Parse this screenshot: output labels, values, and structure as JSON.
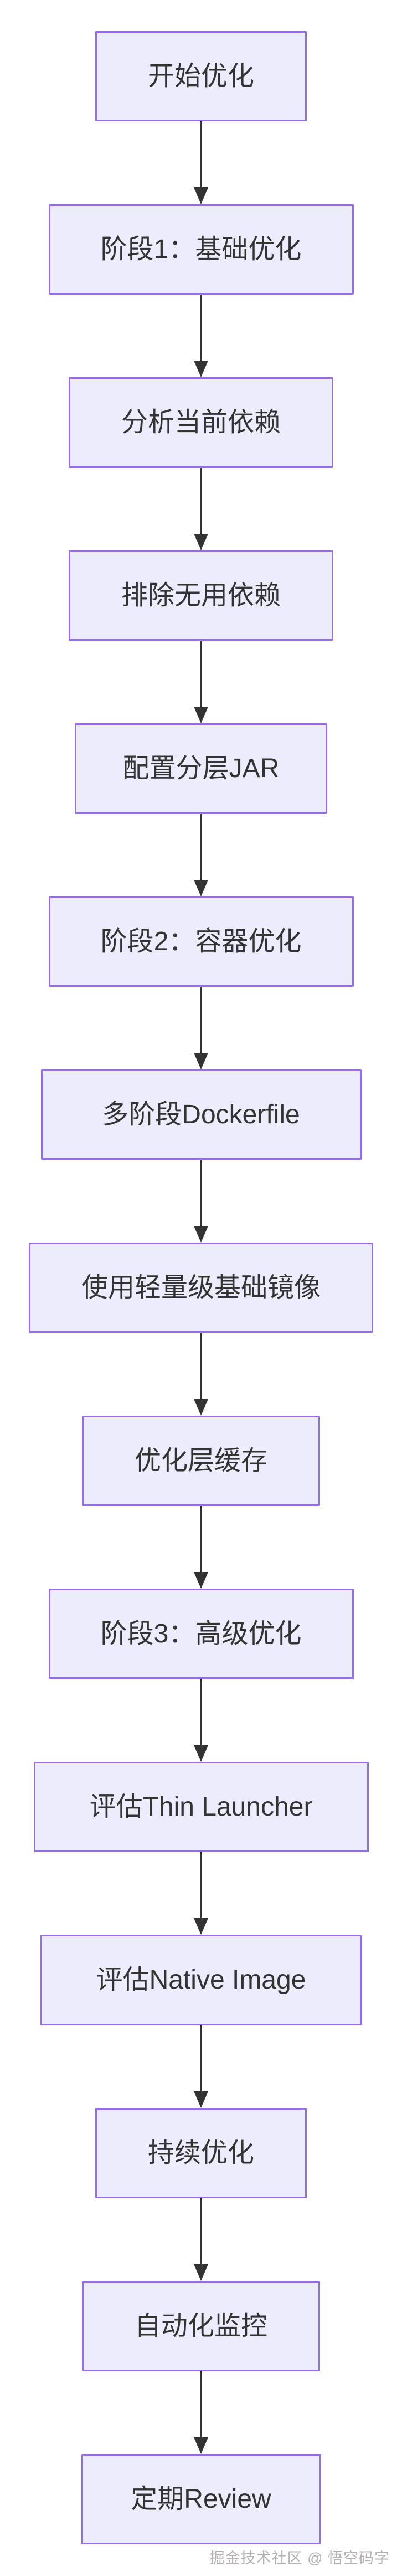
{
  "diagram": {
    "type": "flowchart",
    "direction": "top-down",
    "nodes": [
      {
        "label": "开始优化"
      },
      {
        "label": "阶段1：基础优化"
      },
      {
        "label": "分析当前依赖"
      },
      {
        "label": "排除无用依赖"
      },
      {
        "label": "配置分层JAR"
      },
      {
        "label": "阶段2：容器优化"
      },
      {
        "label": "多阶段Dockerfile"
      },
      {
        "label": "使用轻量级基础镜像"
      },
      {
        "label": "优化层缓存"
      },
      {
        "label": "阶段3：高级优化"
      },
      {
        "label": "评估Thin Launcher"
      },
      {
        "label": "评估Native Image"
      },
      {
        "label": "持续优化"
      },
      {
        "label": "自动化监控"
      },
      {
        "label": "定期Review"
      }
    ],
    "edges": [
      {
        "from": 0,
        "to": 1
      },
      {
        "from": 1,
        "to": 2
      },
      {
        "from": 2,
        "to": 3
      },
      {
        "from": 3,
        "to": 4
      },
      {
        "from": 4,
        "to": 5
      },
      {
        "from": 5,
        "to": 6
      },
      {
        "from": 6,
        "to": 7
      },
      {
        "from": 7,
        "to": 8
      },
      {
        "from": 8,
        "to": 9
      },
      {
        "from": 9,
        "to": 10
      },
      {
        "from": 10,
        "to": 11
      },
      {
        "from": 11,
        "to": 12
      },
      {
        "from": 12,
        "to": 13
      },
      {
        "from": 13,
        "to": 14
      }
    ],
    "colors": {
      "background": "#ffffff",
      "node_fill": "#ececfc",
      "node_border": "#9370db",
      "node_text": "#333333",
      "arrow": "#333333",
      "watermark_text": "#b5afb5"
    },
    "watermark": "掘金技术社区 @ 悟空码字"
  }
}
